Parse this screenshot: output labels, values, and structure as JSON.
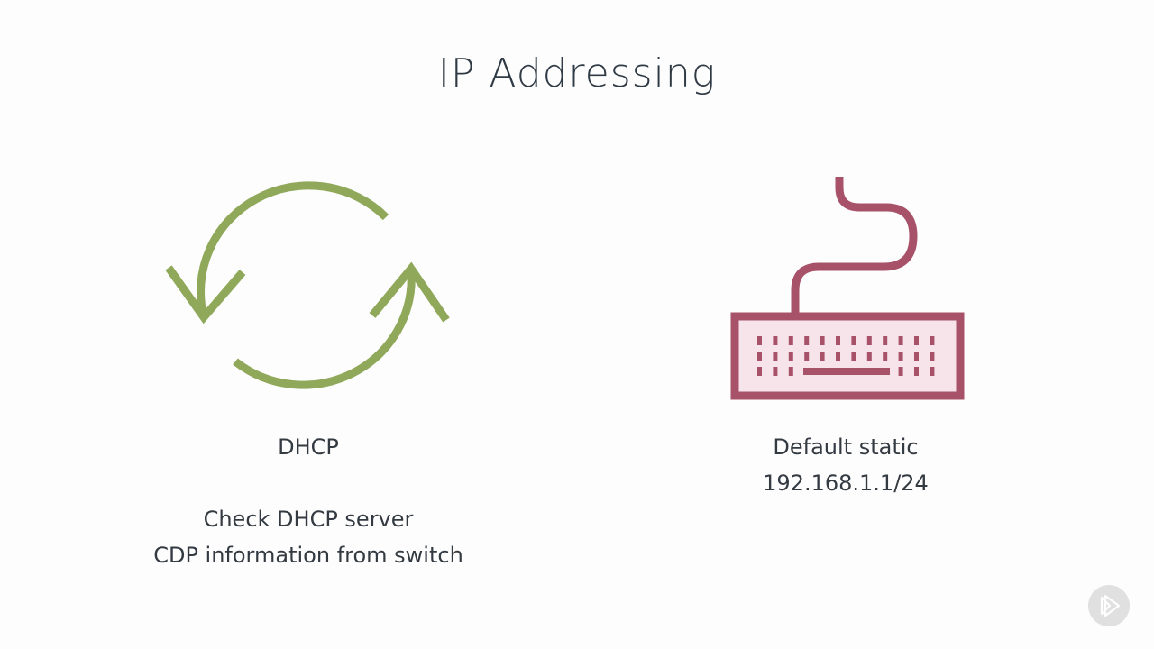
{
  "slide": {
    "title": "IP Addressing",
    "left_column": {
      "icon": "sync-arrows-icon",
      "icon_color": "#8fa85a",
      "heading": "DHCP",
      "lines": [
        "Check DHCP server",
        "CDP information from switch"
      ]
    },
    "right_column": {
      "icon": "keyboard-icon",
      "icon_color": "#a8526a",
      "icon_fill": "#f6e4ea",
      "lines": [
        "Default static",
        "192.168.1.1/24"
      ]
    }
  },
  "player": {
    "icon": "pluralsight-play-icon"
  }
}
